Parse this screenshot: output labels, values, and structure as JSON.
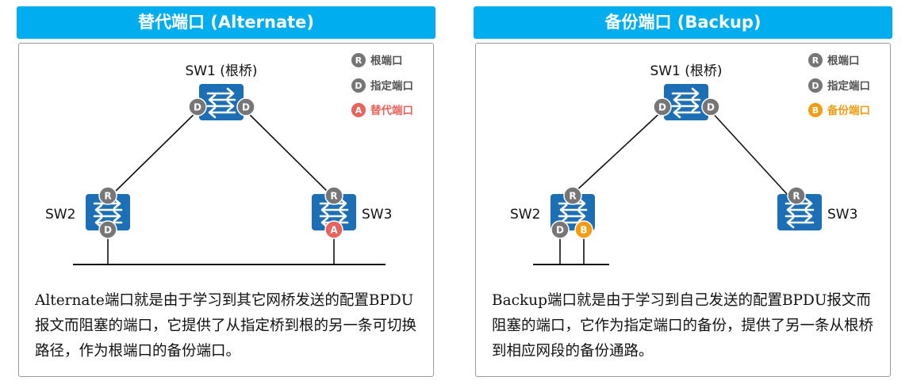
{
  "colors": {
    "header_bg": "#00aeef",
    "switch_blue": "#1d6fb5",
    "badge_gray": "#767676",
    "alternate_red": "#e8635c",
    "backup_orange": "#f39c12"
  },
  "panels": [
    {
      "title": "替代端口 (Alternate)",
      "legend": [
        {
          "letter": "R",
          "label": "根端口",
          "color": "#767676"
        },
        {
          "letter": "D",
          "label": "指定端口",
          "color": "#767676"
        },
        {
          "letter": "A",
          "label": "替代端口",
          "color": "#e8635c"
        }
      ],
      "switches": {
        "sw1": {
          "label": "SW1 (根桥)",
          "ports": [
            "D",
            "D"
          ],
          "icon": "switch-icon"
        },
        "sw2": {
          "label": "SW2",
          "ports": [
            "R",
            "D"
          ],
          "icon": "switch-icon"
        },
        "sw3": {
          "label": "SW3",
          "ports": [
            "R",
            "A"
          ],
          "icon": "switch-icon"
        }
      },
      "description": "Alternate端口就是由于学习到其它网桥发送的配置BPDU报文而阻塞的端口，它提供了从指定桥到根的另一条可切换路径，作为根端口的备份端口。"
    },
    {
      "title": "备份端口 (Backup)",
      "legend": [
        {
          "letter": "R",
          "label": "根端口",
          "color": "#767676"
        },
        {
          "letter": "D",
          "label": "指定端口",
          "color": "#767676"
        },
        {
          "letter": "B",
          "label": "备份端口",
          "color": "#f39c12"
        }
      ],
      "switches": {
        "sw1": {
          "label": "SW1 (根桥)",
          "ports": [
            "D",
            "D"
          ],
          "icon": "switch-icon"
        },
        "sw2": {
          "label": "SW2",
          "ports": [
            "R",
            "D",
            "B"
          ],
          "icon": "switch-icon"
        },
        "sw3": {
          "label": "SW3",
          "ports": [
            "R"
          ],
          "icon": "switch-icon"
        }
      },
      "description": "Backup端口就是由于学习到自己发送的配置BPDU报文而阻塞的端口，它作为指定端口的备份，提供了另一条从根桥到相应网段的备份通路。"
    }
  ]
}
